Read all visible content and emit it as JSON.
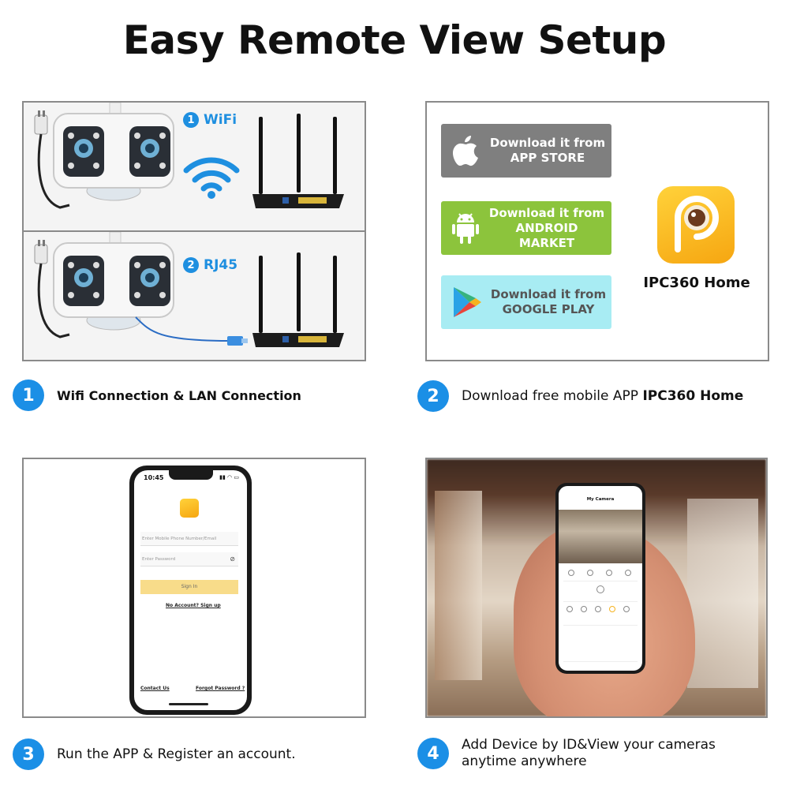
{
  "title": "Easy Remote View Setup",
  "panel1": {
    "wifi": {
      "num": "1",
      "label": "WiFi"
    },
    "rj45": {
      "num": "2",
      "label": "RJ45"
    }
  },
  "panel2": {
    "apple": {
      "line1": "Download it from",
      "line2": "APP STORE"
    },
    "android": {
      "line1": "Download it from",
      "line2": "ANDROID MARKET"
    },
    "play": {
      "line1": "Download it from",
      "line2": "GOOGLE PLAY"
    },
    "app_name": "IPC360 Home"
  },
  "panel3": {
    "time": "10:45",
    "phone_field_placeholder": "Enter Mobile Phone Number/Email",
    "password_placeholder": "Enter Password",
    "sign_in": "Sign In",
    "no_account": "No Account? Sign up",
    "contact": "Contact Us",
    "forgot": "Forgot Password ?"
  },
  "panel4": {
    "screen_title": "My Camera"
  },
  "steps": [
    {
      "num": "1",
      "text": "Wifi Connection & LAN Connection"
    },
    {
      "num": "2",
      "text": "Download free mobile APP ",
      "bold": "IPC360 Home"
    },
    {
      "num": "3",
      "text": "Run the APP & Register an account."
    },
    {
      "num": "4",
      "line1": "Add Device by ID&View your cameras",
      "line2": "anytime anywhere"
    }
  ],
  "colors": {
    "accent_blue": "#1b8fe6",
    "apple_btn": "#7f7f7f",
    "android_btn": "#8cc43c",
    "play_btn": "#a8ecf3",
    "app_icon": "#f6b21e"
  }
}
